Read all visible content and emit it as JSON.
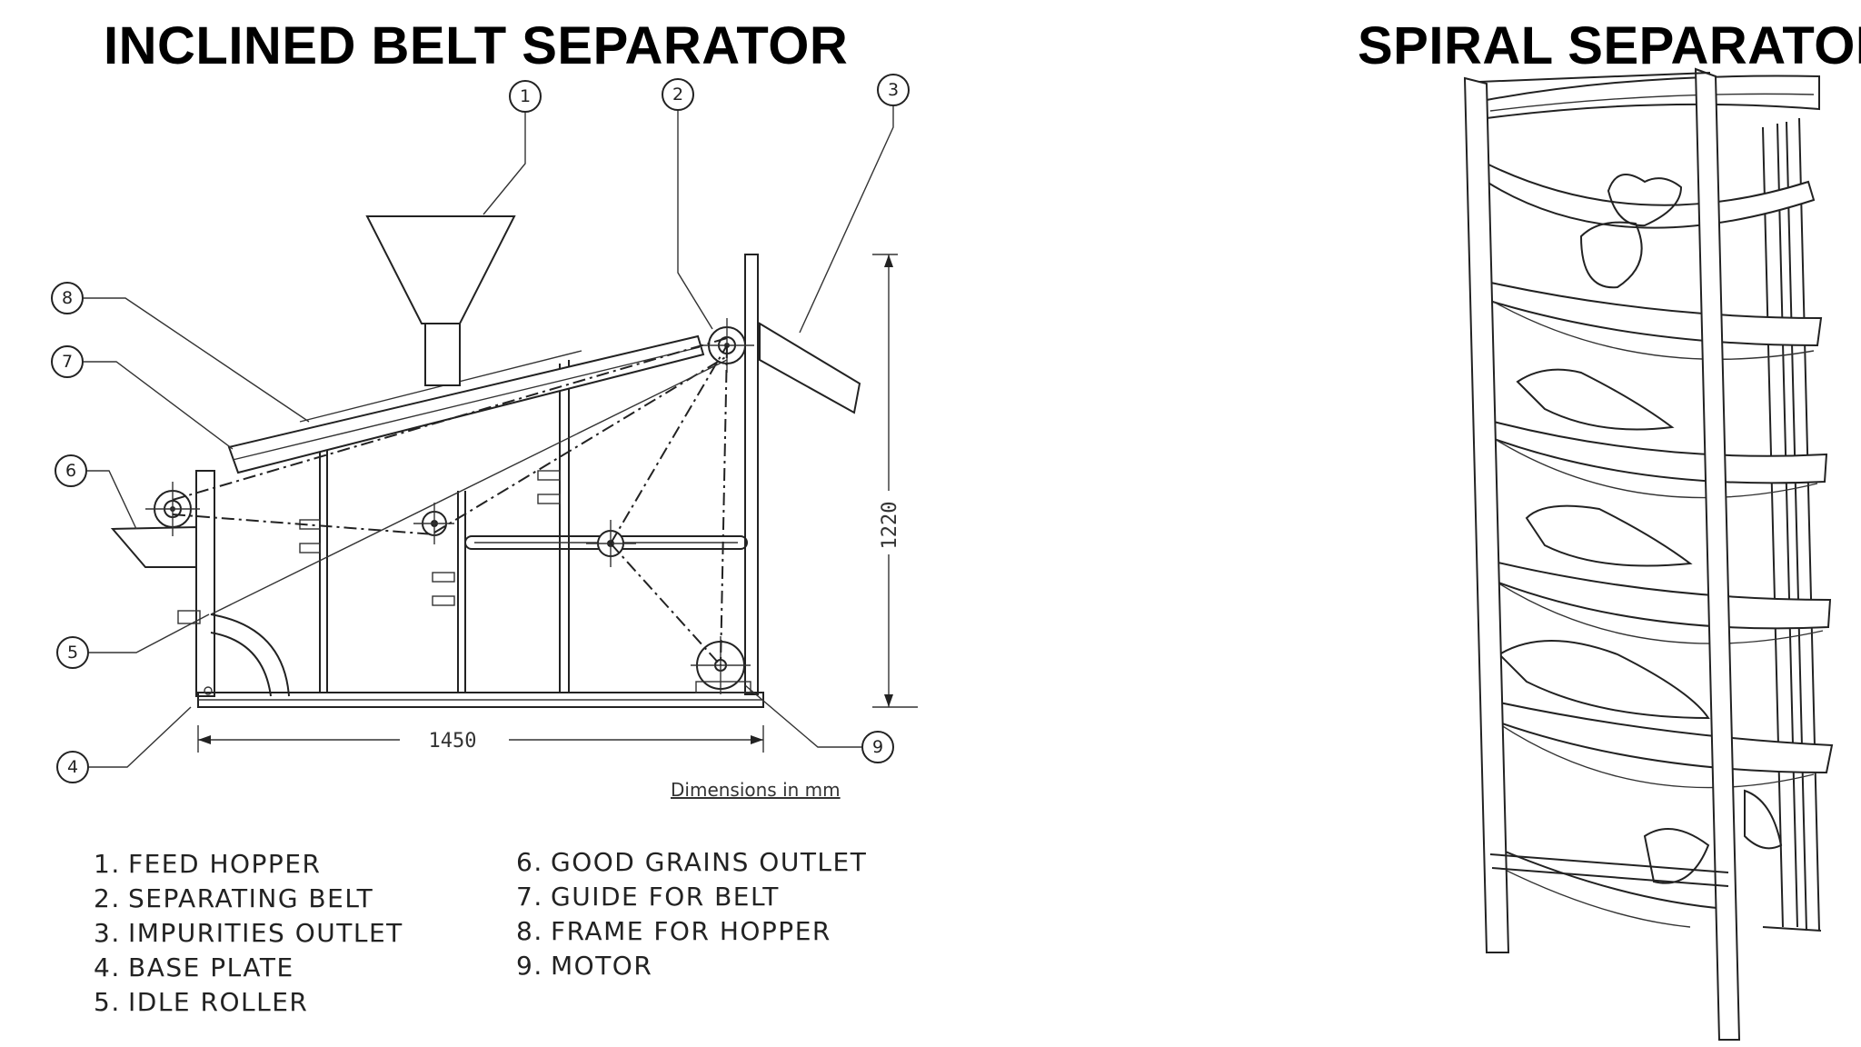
{
  "titles": {
    "left": "INCLINED BELT SEPARATOR",
    "right": "SPIRAL SEPARATOR"
  },
  "callouts": [
    "1",
    "2",
    "3",
    "4",
    "5",
    "6",
    "7",
    "8",
    "9"
  ],
  "dimensions": {
    "width": "1450",
    "height": "1220",
    "note": "Dimensions in mm"
  },
  "legend": {
    "column1": [
      {
        "num": "1.",
        "label": "FEED HOPPER"
      },
      {
        "num": "2.",
        "label": "SEPARATING BELT"
      },
      {
        "num": "3.",
        "label": "IMPURITIES OUTLET"
      },
      {
        "num": "4.",
        "label": "BASE PLATE"
      },
      {
        "num": "5.",
        "label": "IDLE ROLLER"
      }
    ],
    "column2": [
      {
        "num": "6.",
        "label": "GOOD GRAINS OUTLET"
      },
      {
        "num": "7.",
        "label": "GUIDE FOR BELT"
      },
      {
        "num": "8.",
        "label": "FRAME FOR HOPPER"
      },
      {
        "num": "9.",
        "label": "MOTOR"
      }
    ]
  }
}
